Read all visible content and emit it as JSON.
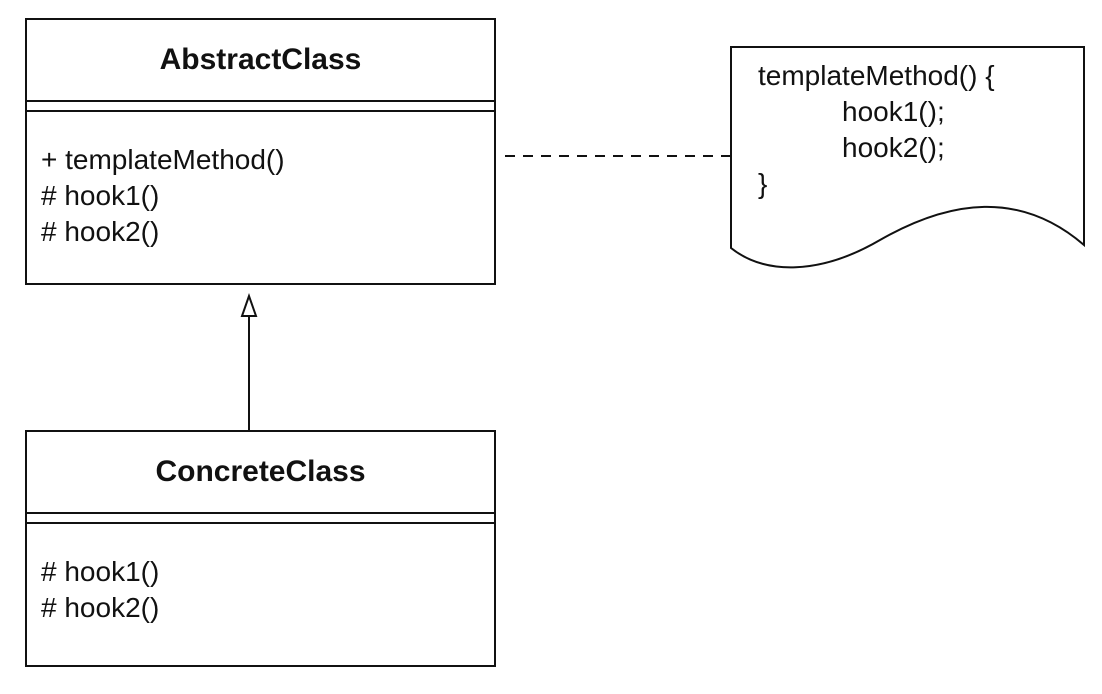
{
  "abstract_class": {
    "name": "AbstractClass",
    "operations": [
      "+ templateMethod()",
      "# hook1()",
      "# hook2()"
    ]
  },
  "concrete_class": {
    "name": "ConcreteClass",
    "operations": [
      "# hook1()",
      "# hook2()"
    ]
  },
  "note": {
    "lines": [
      "templateMethod() {",
      "hook1();",
      "hook2();",
      "}"
    ]
  },
  "colors": {
    "stroke": "#111111",
    "background": "#ffffff"
  }
}
